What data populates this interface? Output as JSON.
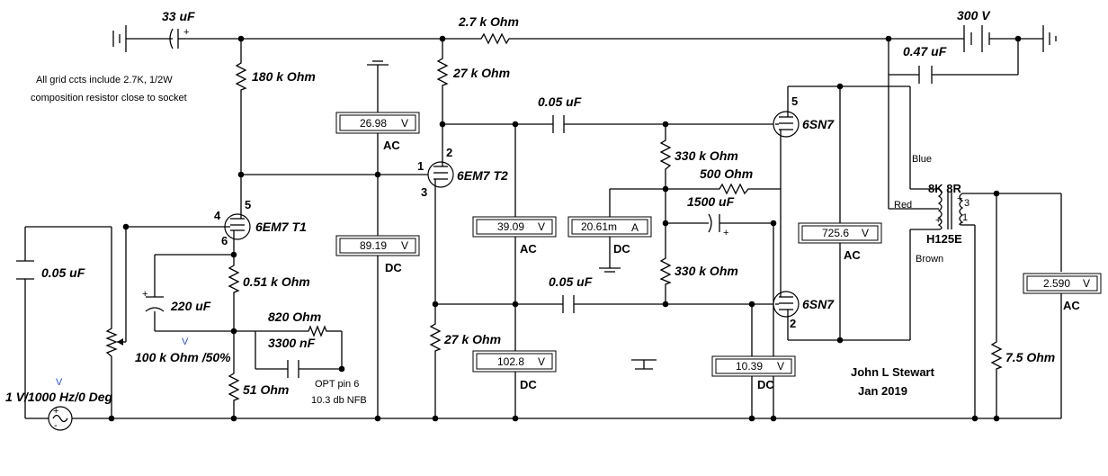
{
  "components": {
    "c_input": "33 uF",
    "r_supply": "2.7 k Ohm",
    "v_supply": "300 V",
    "c_supply": "0.47 uF",
    "r_plate_v1": "180 k Ohm",
    "r_plate_v2": "27 k Ohm",
    "c_coupling_top": "0.05 uF",
    "r_grid_top": "330 k Ohm",
    "r_bias": "500  Ohm",
    "c_bias": "1500 uF",
    "r_grid_bottom": "330 k Ohm",
    "c_coupling_bottom": "0.05 uF",
    "r_cathode_v2": "27 k Ohm",
    "c_cathode_v1": "220 uF",
    "r_cathode_v1": "0.51 k Ohm",
    "r_fb": "820  Ohm",
    "c_fb": "3300 nF",
    "r_cathode_fb": "51  Ohm",
    "pot": "100 k Ohm /50%",
    "c_source": "0.05 uF",
    "source": "1 V/1000 Hz/0 Deg",
    "r_load": "7.5  Ohm"
  },
  "tubes": {
    "v1": "6EM7 T1",
    "v2": "6EM7 T2",
    "v3": "6SN7",
    "v4": "6SN7"
  },
  "pins": {
    "v1_plate": "5",
    "v1_grid": "4",
    "v1_cathode": "6",
    "v2_grid": "1",
    "v2_plate": "2",
    "v2_cathode": "3",
    "v3_plate": "5",
    "v4_plate": "2"
  },
  "transformer": {
    "name": "H125E",
    "taps": "8K  8R",
    "pin3": "3",
    "pin1": "1",
    "blue": "Blue",
    "red": "Red",
    "brown": "Brown"
  },
  "meters": [
    {
      "value": "26.98",
      "unit": "V",
      "mode": "AC"
    },
    {
      "value": "89.19",
      "unit": "V",
      "mode": "DC"
    },
    {
      "value": "39.09",
      "unit": "V",
      "mode": "AC"
    },
    {
      "value": "20.61m",
      "unit": "A",
      "mode": "DC"
    },
    {
      "value": "725.6",
      "unit": "V",
      "mode": "AC"
    },
    {
      "value": "2.590",
      "unit": "V",
      "mode": "AC"
    },
    {
      "value": "102.8",
      "unit": "V",
      "mode": "DC"
    },
    {
      "value": "10.39",
      "unit": "V",
      "mode": "DC"
    }
  ],
  "notes": {
    "grid_note_1": "All grid ccts include 2.7K, 1/2W",
    "grid_note_2": "composition resistor close to socket",
    "opt_1": "OPT pin 6",
    "opt_2": "10.3 db NFB",
    "author": "John L Stewart",
    "date": "Jan 2019",
    "v_marker": "V"
  }
}
